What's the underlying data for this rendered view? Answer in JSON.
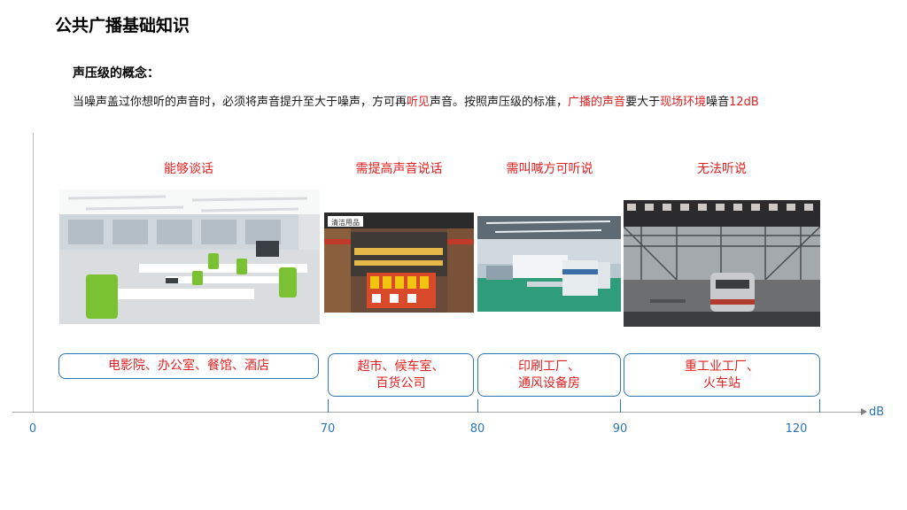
{
  "title": "公共广播基础知识",
  "concept": "声压级的概念：",
  "description": {
    "p1": "当噪声盖过你想听的声音时，必须将声音提升至大于噪声，方可再",
    "h1": "听见",
    "p2": "声音。按照声压级的标准，",
    "h2": "广播的声音",
    "p3": "要大于",
    "h3": "现场环境",
    "p4": "噪音",
    "h4": "12dB"
  },
  "axis": {
    "unit": "dB",
    "ticks": [
      "0",
      "70",
      "80",
      "90",
      "120"
    ]
  },
  "categories": [
    {
      "label": "能够谈话",
      "scene": "电影院、办公室、餐馆、酒店",
      "scene_line2": ""
    },
    {
      "label": "需提高声音说话",
      "scene": "超市、候车室、",
      "scene_line2": "百货公司"
    },
    {
      "label": "需叫喊方可听说",
      "scene": "印刷工厂、",
      "scene_line2": "通风设备房"
    },
    {
      "label": "无法听说",
      "scene": "重工业工厂、",
      "scene_line2": "火车站"
    }
  ],
  "photos": {
    "supermarket_sign": "清洁用品"
  },
  "colors": {
    "highlight": "#e02020",
    "axis_blue": "#2e75b6"
  }
}
